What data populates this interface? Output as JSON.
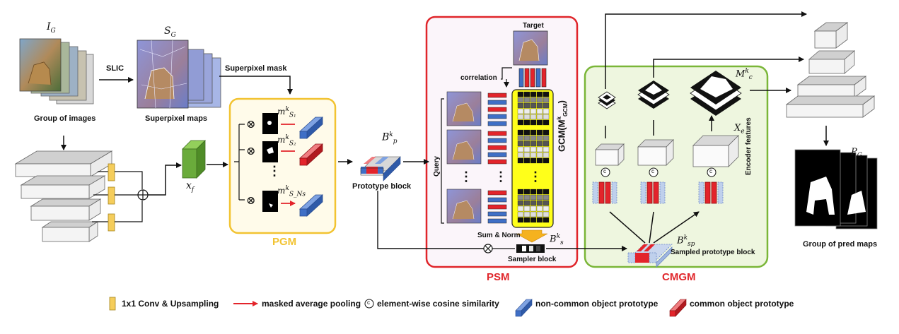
{
  "labels": {
    "slic": "SLIC",
    "group_of_images": "Group of images",
    "superpixel_maps": "Superpixel maps",
    "superpixel_mask": "Superpixel mask",
    "prototype_block": "Prototype block",
    "target": "Target",
    "correlation": "correlation",
    "query": "Query",
    "sum_norm": "Sum & Norm",
    "sampler_block": "Sampler block",
    "sampled_prototype_block": "Sampled prototype block",
    "encoder_features": "Encoder features",
    "group_of_pred_maps": "Group of pred maps",
    "cosine_symbol": "c",
    "otimes": "⊗",
    "oplus": "⊕",
    "dots": "⋮"
  },
  "math": {
    "ig_base": "I",
    "ig_sub": "G",
    "sg_base": "S",
    "sg_sub": "G",
    "xf_base": "x",
    "xf_sub": "f",
    "bp_base": "B",
    "bp_sub": "p",
    "bp_sup": "k",
    "bs_base": "B",
    "bs_sub": "s",
    "bs_sup": "k",
    "bsp_base": "B",
    "bsp_sub": "sp",
    "bsp_sup": "k",
    "mc_base": "M",
    "mc_sub": "c",
    "mc_sup": "k",
    "xe_base": "X",
    "xe_sub": "e",
    "pg_base": "P",
    "pg_sub": "G",
    "m1_base": "m",
    "m1_sub": "S₁",
    "m1_sup": "k",
    "m2_base": "m",
    "m2_sub": "S₂",
    "m2_sup": "k",
    "mn_base": "m",
    "mn_sub": "S_Ns",
    "mn_sup": "k",
    "gcm_text": "GCM(M",
    "gcm_sup": "k",
    "gcm_sub": "GCM",
    "gcm_close": ")"
  },
  "sections": {
    "pgm": "PGM",
    "psm": "PSM",
    "cmgm": "CMGM"
  },
  "legend": {
    "conv": "1x1 Conv & Upsampling",
    "pool": "masked average pooling",
    "cosine": "element-wise cosine similarity",
    "noncommon": "non-common object prototype",
    "common": "common object prototype"
  },
  "colors": {
    "pgm": "#f2c331",
    "pgm_bg": "#fffbea",
    "psm": "#e0252a",
    "psm_bg": "#fbf5fa",
    "cmgm": "#7ab638",
    "cmgm_bg": "#eef6df",
    "conv": "#f5cd5b",
    "common": "#e3242b",
    "noncommon": "#3f6fc6",
    "feature": "#6aab3b",
    "gcm_highlight": "#ffff1a"
  }
}
